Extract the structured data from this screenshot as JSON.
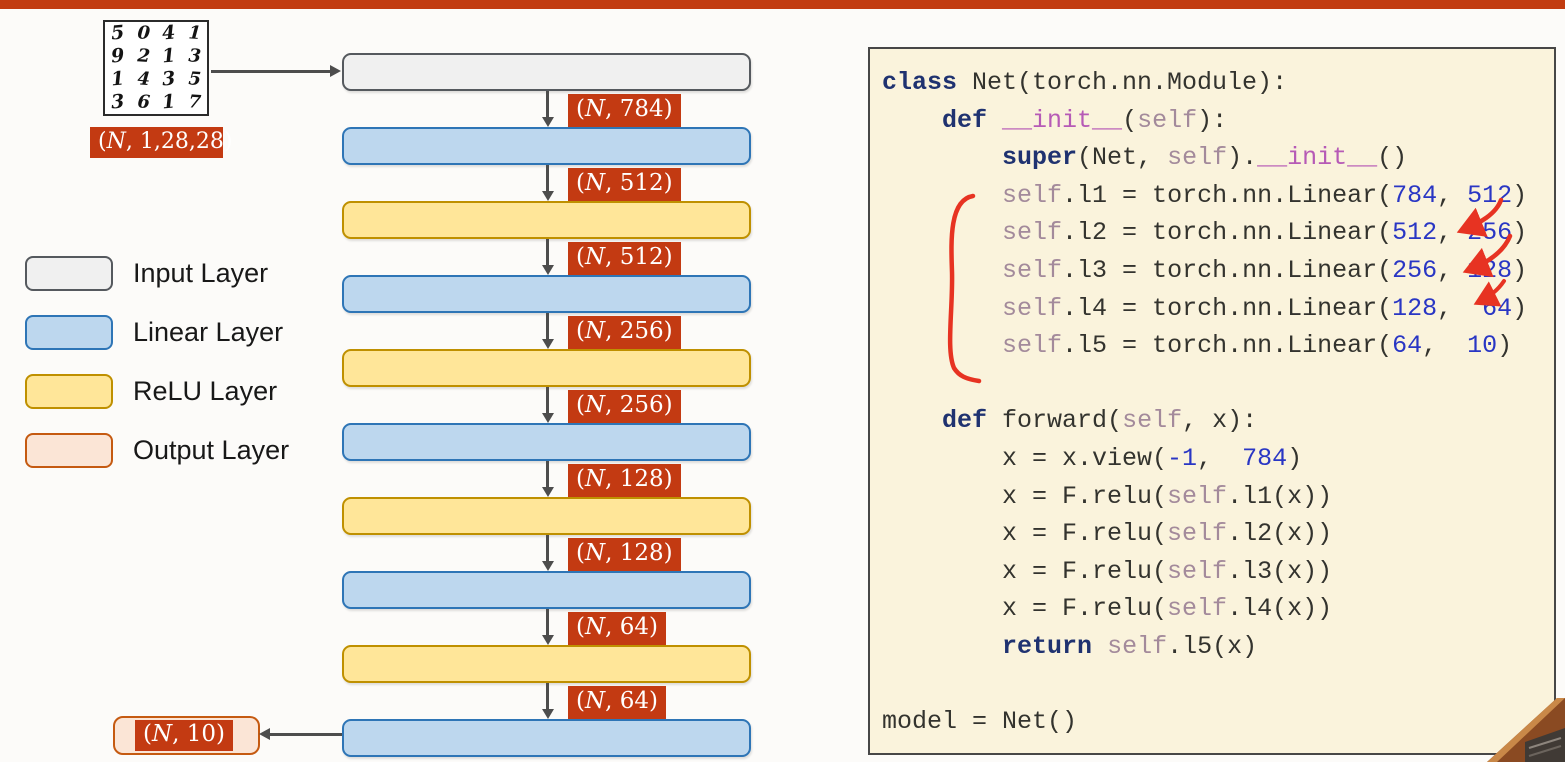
{
  "accent": {
    "top_bar_color": "#c23c11",
    "red_chip_color": "#c33a12",
    "annotation_red": "#e73322"
  },
  "input_image": {
    "digit_rows": [
      [
        "5",
        "0",
        "4",
        "1"
      ],
      [
        "9",
        "2",
        "1",
        "3"
      ],
      [
        "1",
        "4",
        "3",
        "5"
      ],
      [
        "3",
        "6",
        "1",
        "7"
      ]
    ],
    "shape_label": "(N, 1,28,28)"
  },
  "legend": {
    "items": [
      {
        "type": "input",
        "label": "Input Layer"
      },
      {
        "type": "linear",
        "label": "Linear Layer"
      },
      {
        "type": "relu",
        "label": "ReLU Layer"
      },
      {
        "type": "output",
        "label": "Output Layer"
      }
    ]
  },
  "network": {
    "layers": [
      "input",
      "linear",
      "relu",
      "linear",
      "relu",
      "linear",
      "relu",
      "linear",
      "relu",
      "linear"
    ],
    "edge_labels": [
      "(N, 784)",
      "(N, 512)",
      "(N, 512)",
      "(N, 256)",
      "(N, 256)",
      "(N, 128)",
      "(N, 128)",
      "(N, 64)",
      "(N, 64)"
    ],
    "output_label": "(N, 10)"
  },
  "code": {
    "lines": [
      [
        [
          "kw",
          "class "
        ],
        [
          "pl",
          "Net(torch.nn.Module):"
        ]
      ],
      [
        [
          "pl",
          "    "
        ],
        [
          "kw",
          "def "
        ],
        [
          "dunder",
          "__init__"
        ],
        [
          "pl",
          "("
        ],
        [
          "slf",
          "self"
        ],
        [
          "pl",
          "):"
        ]
      ],
      [
        [
          "pl",
          "        "
        ],
        [
          "kw",
          "super"
        ],
        [
          "pl",
          "(Net, "
        ],
        [
          "slf",
          "self"
        ],
        [
          "pl",
          ")."
        ],
        [
          "dunder",
          "__init__"
        ],
        [
          "pl",
          "()"
        ]
      ],
      [
        [
          "pl",
          "        "
        ],
        [
          "slf",
          "self"
        ],
        [
          "pl",
          ".l1 = torch.nn.Linear("
        ],
        [
          "num",
          "784"
        ],
        [
          "pl",
          ", "
        ],
        [
          "num",
          "512"
        ],
        [
          "pl",
          ")"
        ]
      ],
      [
        [
          "pl",
          "        "
        ],
        [
          "slf",
          "self"
        ],
        [
          "pl",
          ".l2 = torch.nn.Linear("
        ],
        [
          "num",
          "512"
        ],
        [
          "pl",
          ", "
        ],
        [
          "num",
          "256"
        ],
        [
          "pl",
          ")"
        ]
      ],
      [
        [
          "pl",
          "        "
        ],
        [
          "slf",
          "self"
        ],
        [
          "pl",
          ".l3 = torch.nn.Linear("
        ],
        [
          "num",
          "256"
        ],
        [
          "pl",
          ", "
        ],
        [
          "num",
          "128"
        ],
        [
          "pl",
          ")"
        ]
      ],
      [
        [
          "pl",
          "        "
        ],
        [
          "slf",
          "self"
        ],
        [
          "pl",
          ".l4 = torch.nn.Linear("
        ],
        [
          "num",
          "128"
        ],
        [
          "pl",
          ",  "
        ],
        [
          "num",
          "64"
        ],
        [
          "pl",
          ")"
        ]
      ],
      [
        [
          "pl",
          "        "
        ],
        [
          "slf",
          "self"
        ],
        [
          "pl",
          ".l5 = torch.nn.Linear("
        ],
        [
          "num",
          "64"
        ],
        [
          "pl",
          ",  "
        ],
        [
          "num",
          "10"
        ],
        [
          "pl",
          ")"
        ]
      ],
      [],
      [
        [
          "pl",
          "    "
        ],
        [
          "kw",
          "def "
        ],
        [
          "pl",
          "forward("
        ],
        [
          "slf",
          "self"
        ],
        [
          "pl",
          ", x):"
        ]
      ],
      [
        [
          "pl",
          "        x = x.view("
        ],
        [
          "num",
          "-1"
        ],
        [
          "pl",
          ",  "
        ],
        [
          "num",
          "784"
        ],
        [
          "pl",
          ")"
        ]
      ],
      [
        [
          "pl",
          "        x = F.relu("
        ],
        [
          "slf",
          "self"
        ],
        [
          "pl",
          ".l1(x))"
        ]
      ],
      [
        [
          "pl",
          "        x = F.relu("
        ],
        [
          "slf",
          "self"
        ],
        [
          "pl",
          ".l2(x))"
        ]
      ],
      [
        [
          "pl",
          "        x = F.relu("
        ],
        [
          "slf",
          "self"
        ],
        [
          "pl",
          ".l3(x))"
        ]
      ],
      [
        [
          "pl",
          "        x = F.relu("
        ],
        [
          "slf",
          "self"
        ],
        [
          "pl",
          ".l4(x))"
        ]
      ],
      [
        [
          "pl",
          "        "
        ],
        [
          "kw",
          "return "
        ],
        [
          "slf",
          "self"
        ],
        [
          "pl",
          ".l5(x)"
        ]
      ],
      [],
      [
        [
          "pl",
          "model = Net()"
        ]
      ]
    ]
  }
}
